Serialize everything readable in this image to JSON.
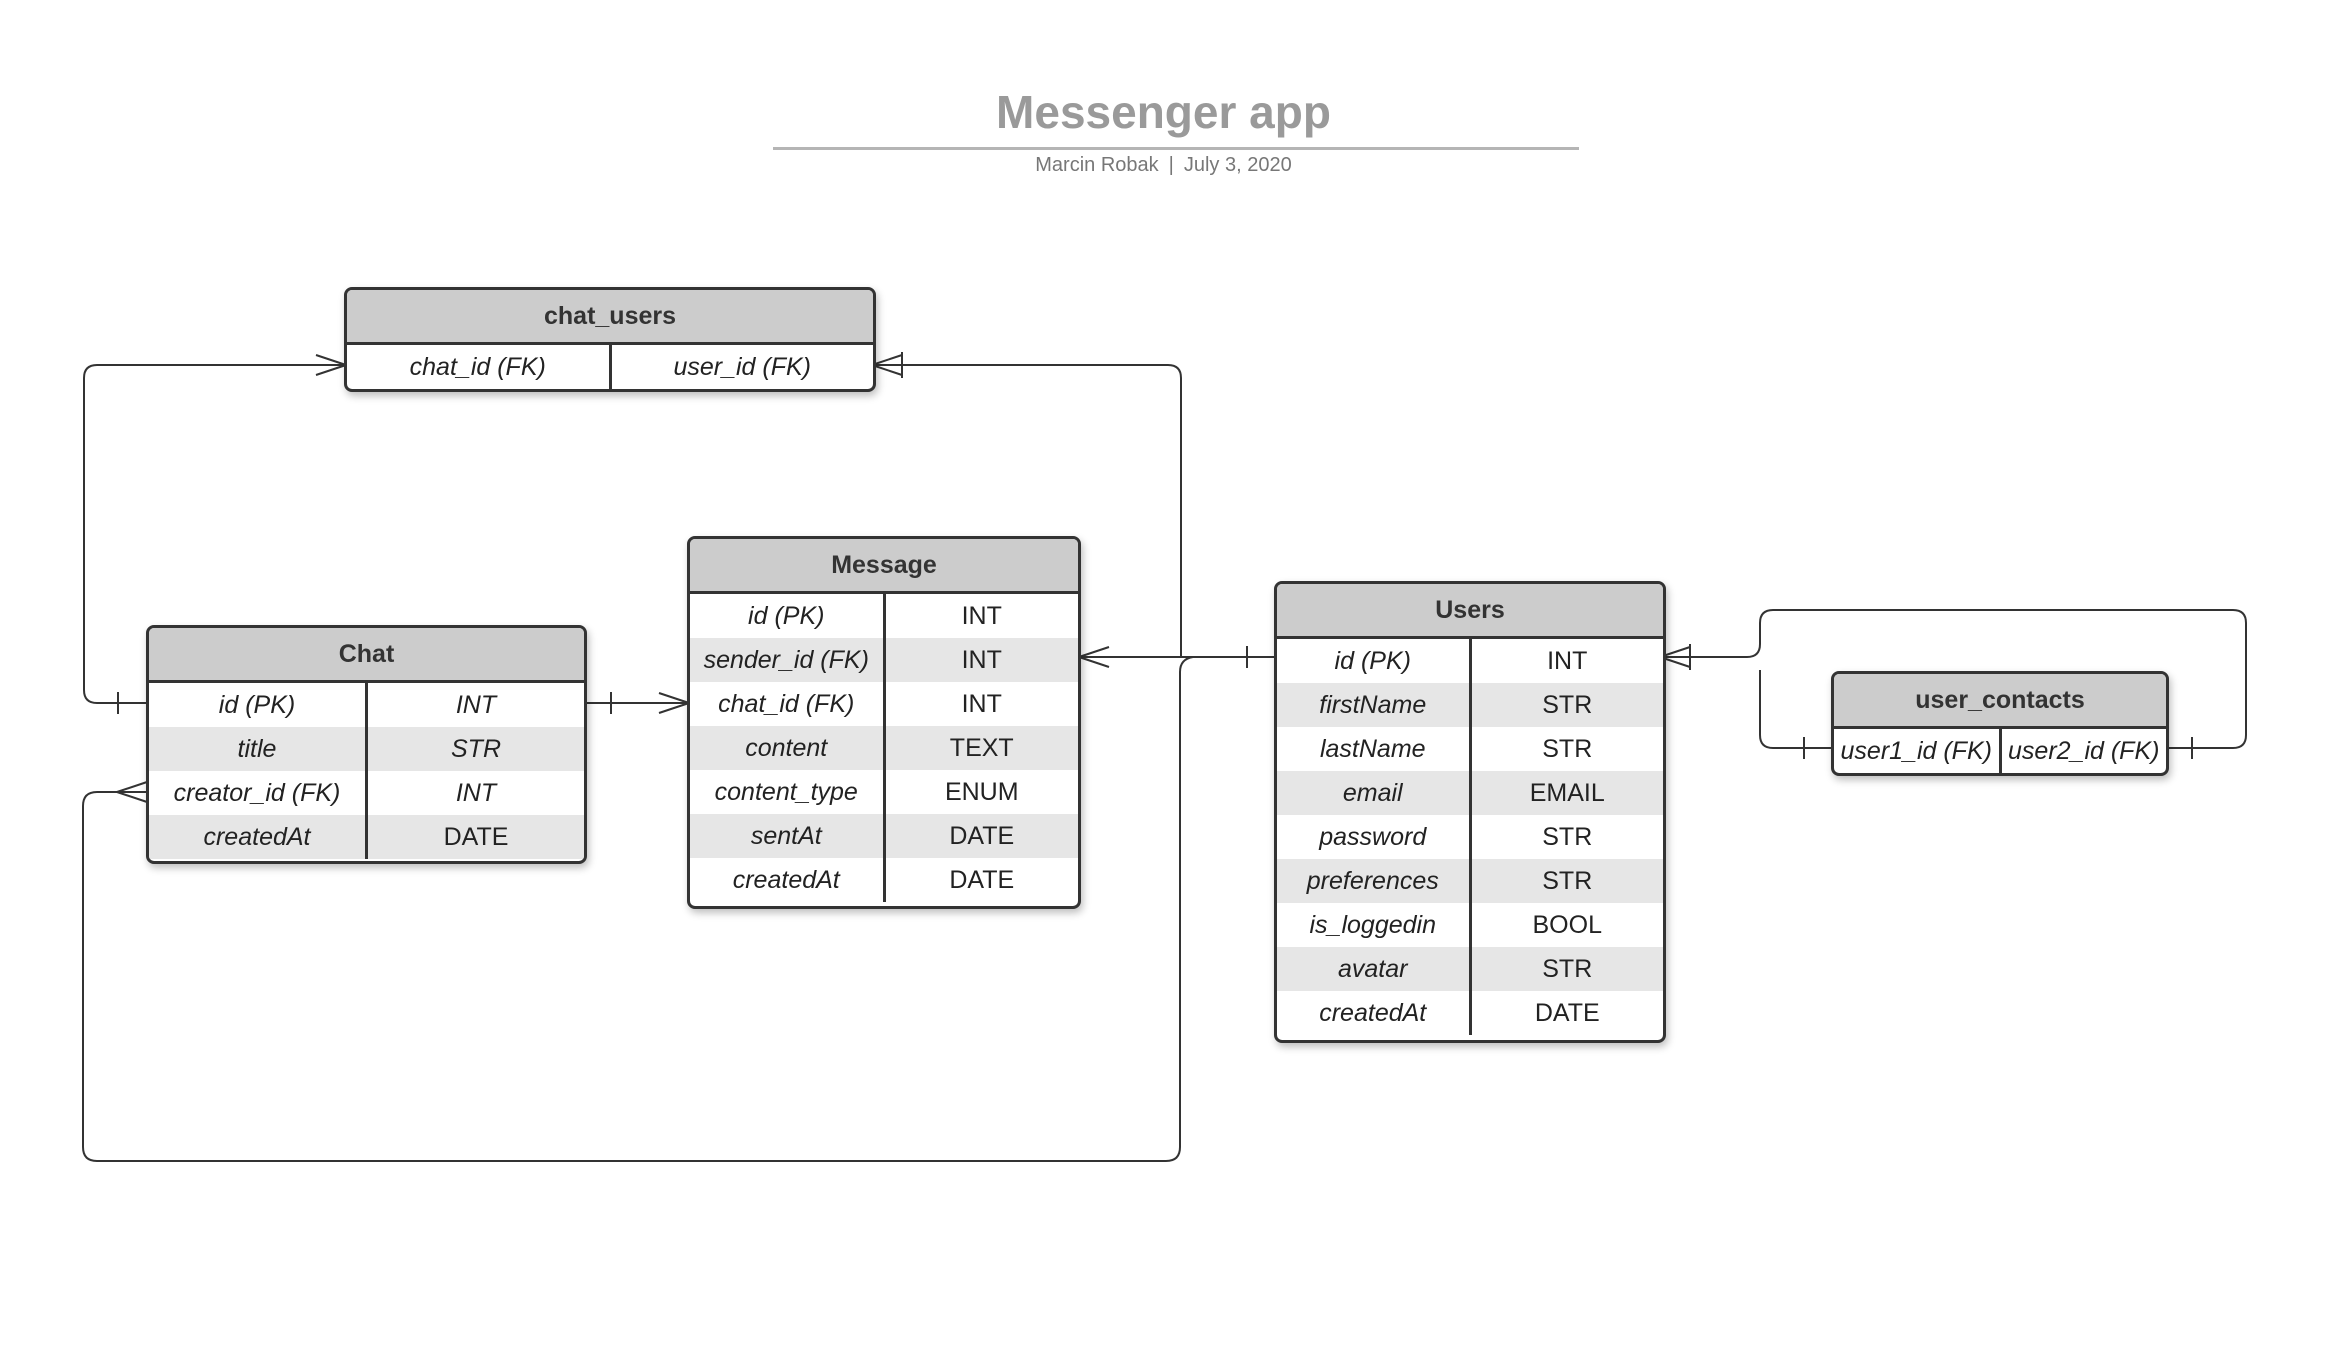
{
  "diagram": {
    "title": "Messenger app",
    "author": "Marcin Robak",
    "date": "July 3, 2020"
  },
  "entities": {
    "chat_users": {
      "name": "chat_users",
      "fields": [
        [
          "chat_id (FK)",
          "user_id (FK)"
        ]
      ]
    },
    "chat": {
      "name": "Chat",
      "fields": [
        [
          "id (PK)",
          "INT"
        ],
        [
          "title",
          "STR"
        ],
        [
          "creator_id (FK)",
          "INT"
        ],
        [
          "createdAt",
          "DATE"
        ]
      ]
    },
    "message": {
      "name": "Message",
      "fields": [
        [
          "id (PK)",
          "INT"
        ],
        [
          "sender_id (FK)",
          "INT"
        ],
        [
          "chat_id (FK)",
          "INT"
        ],
        [
          "content",
          "TEXT"
        ],
        [
          "content_type",
          "ENUM"
        ],
        [
          "sentAt",
          "DATE"
        ],
        [
          "createdAt",
          "DATE"
        ]
      ]
    },
    "users": {
      "name": "Users",
      "fields": [
        [
          "id (PK)",
          "INT"
        ],
        [
          "firstName",
          "STR"
        ],
        [
          "lastName",
          "STR"
        ],
        [
          "email",
          "EMAIL"
        ],
        [
          "password",
          "STR"
        ],
        [
          "preferences",
          "STR"
        ],
        [
          "is_loggedin",
          "BOOL"
        ],
        [
          "avatar",
          "STR"
        ],
        [
          "createdAt",
          "DATE"
        ]
      ]
    },
    "user_contacts": {
      "name": "user_contacts",
      "fields": [
        [
          "user1_id (FK)",
          "user2_id (FK)"
        ]
      ]
    }
  }
}
